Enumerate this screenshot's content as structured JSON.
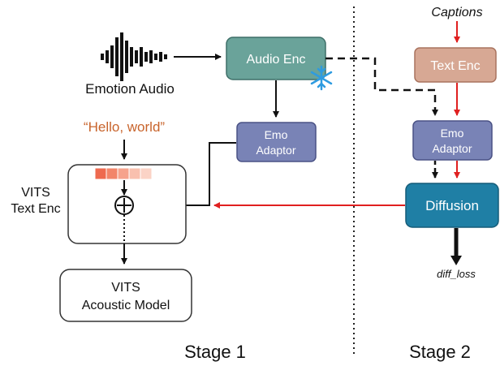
{
  "labels": {
    "captions": "Captions",
    "emotion_audio": "Emotion Audio",
    "audio_enc": "Audio Enc",
    "text_enc": "Text Enc",
    "emo_adaptor_1_line1": "Emo",
    "emo_adaptor_1_line2": "Adaptor",
    "emo_adaptor_2_line1": "Emo",
    "emo_adaptor_2_line2": "Adaptor",
    "diffusion": "Diffusion",
    "diff_loss": "diff_loss",
    "hello_world": "“Hello, world”",
    "vits_text_enc_line1": "VITS",
    "vits_text_enc_line2": "Text Enc",
    "vits_acoustic_line1": "VITS",
    "vits_acoustic_line2": "Acoustic Model",
    "stage1": "Stage 1",
    "stage2": "Stage 2"
  },
  "colors": {
    "audio_enc_fill": "#6aa39a",
    "audio_enc_border": "#3e6f68",
    "text_enc_fill": "#d7a894",
    "text_enc_border": "#a9735e",
    "emo_adaptor_fill": "#7983b6",
    "emo_adaptor_border": "#4a5285",
    "diffusion_fill": "#1f7fa5",
    "diffusion_border": "#155c78",
    "hello_world_text": "#c8642c",
    "red_arrow": "#e02020",
    "snowflake": "#2e9be0"
  }
}
